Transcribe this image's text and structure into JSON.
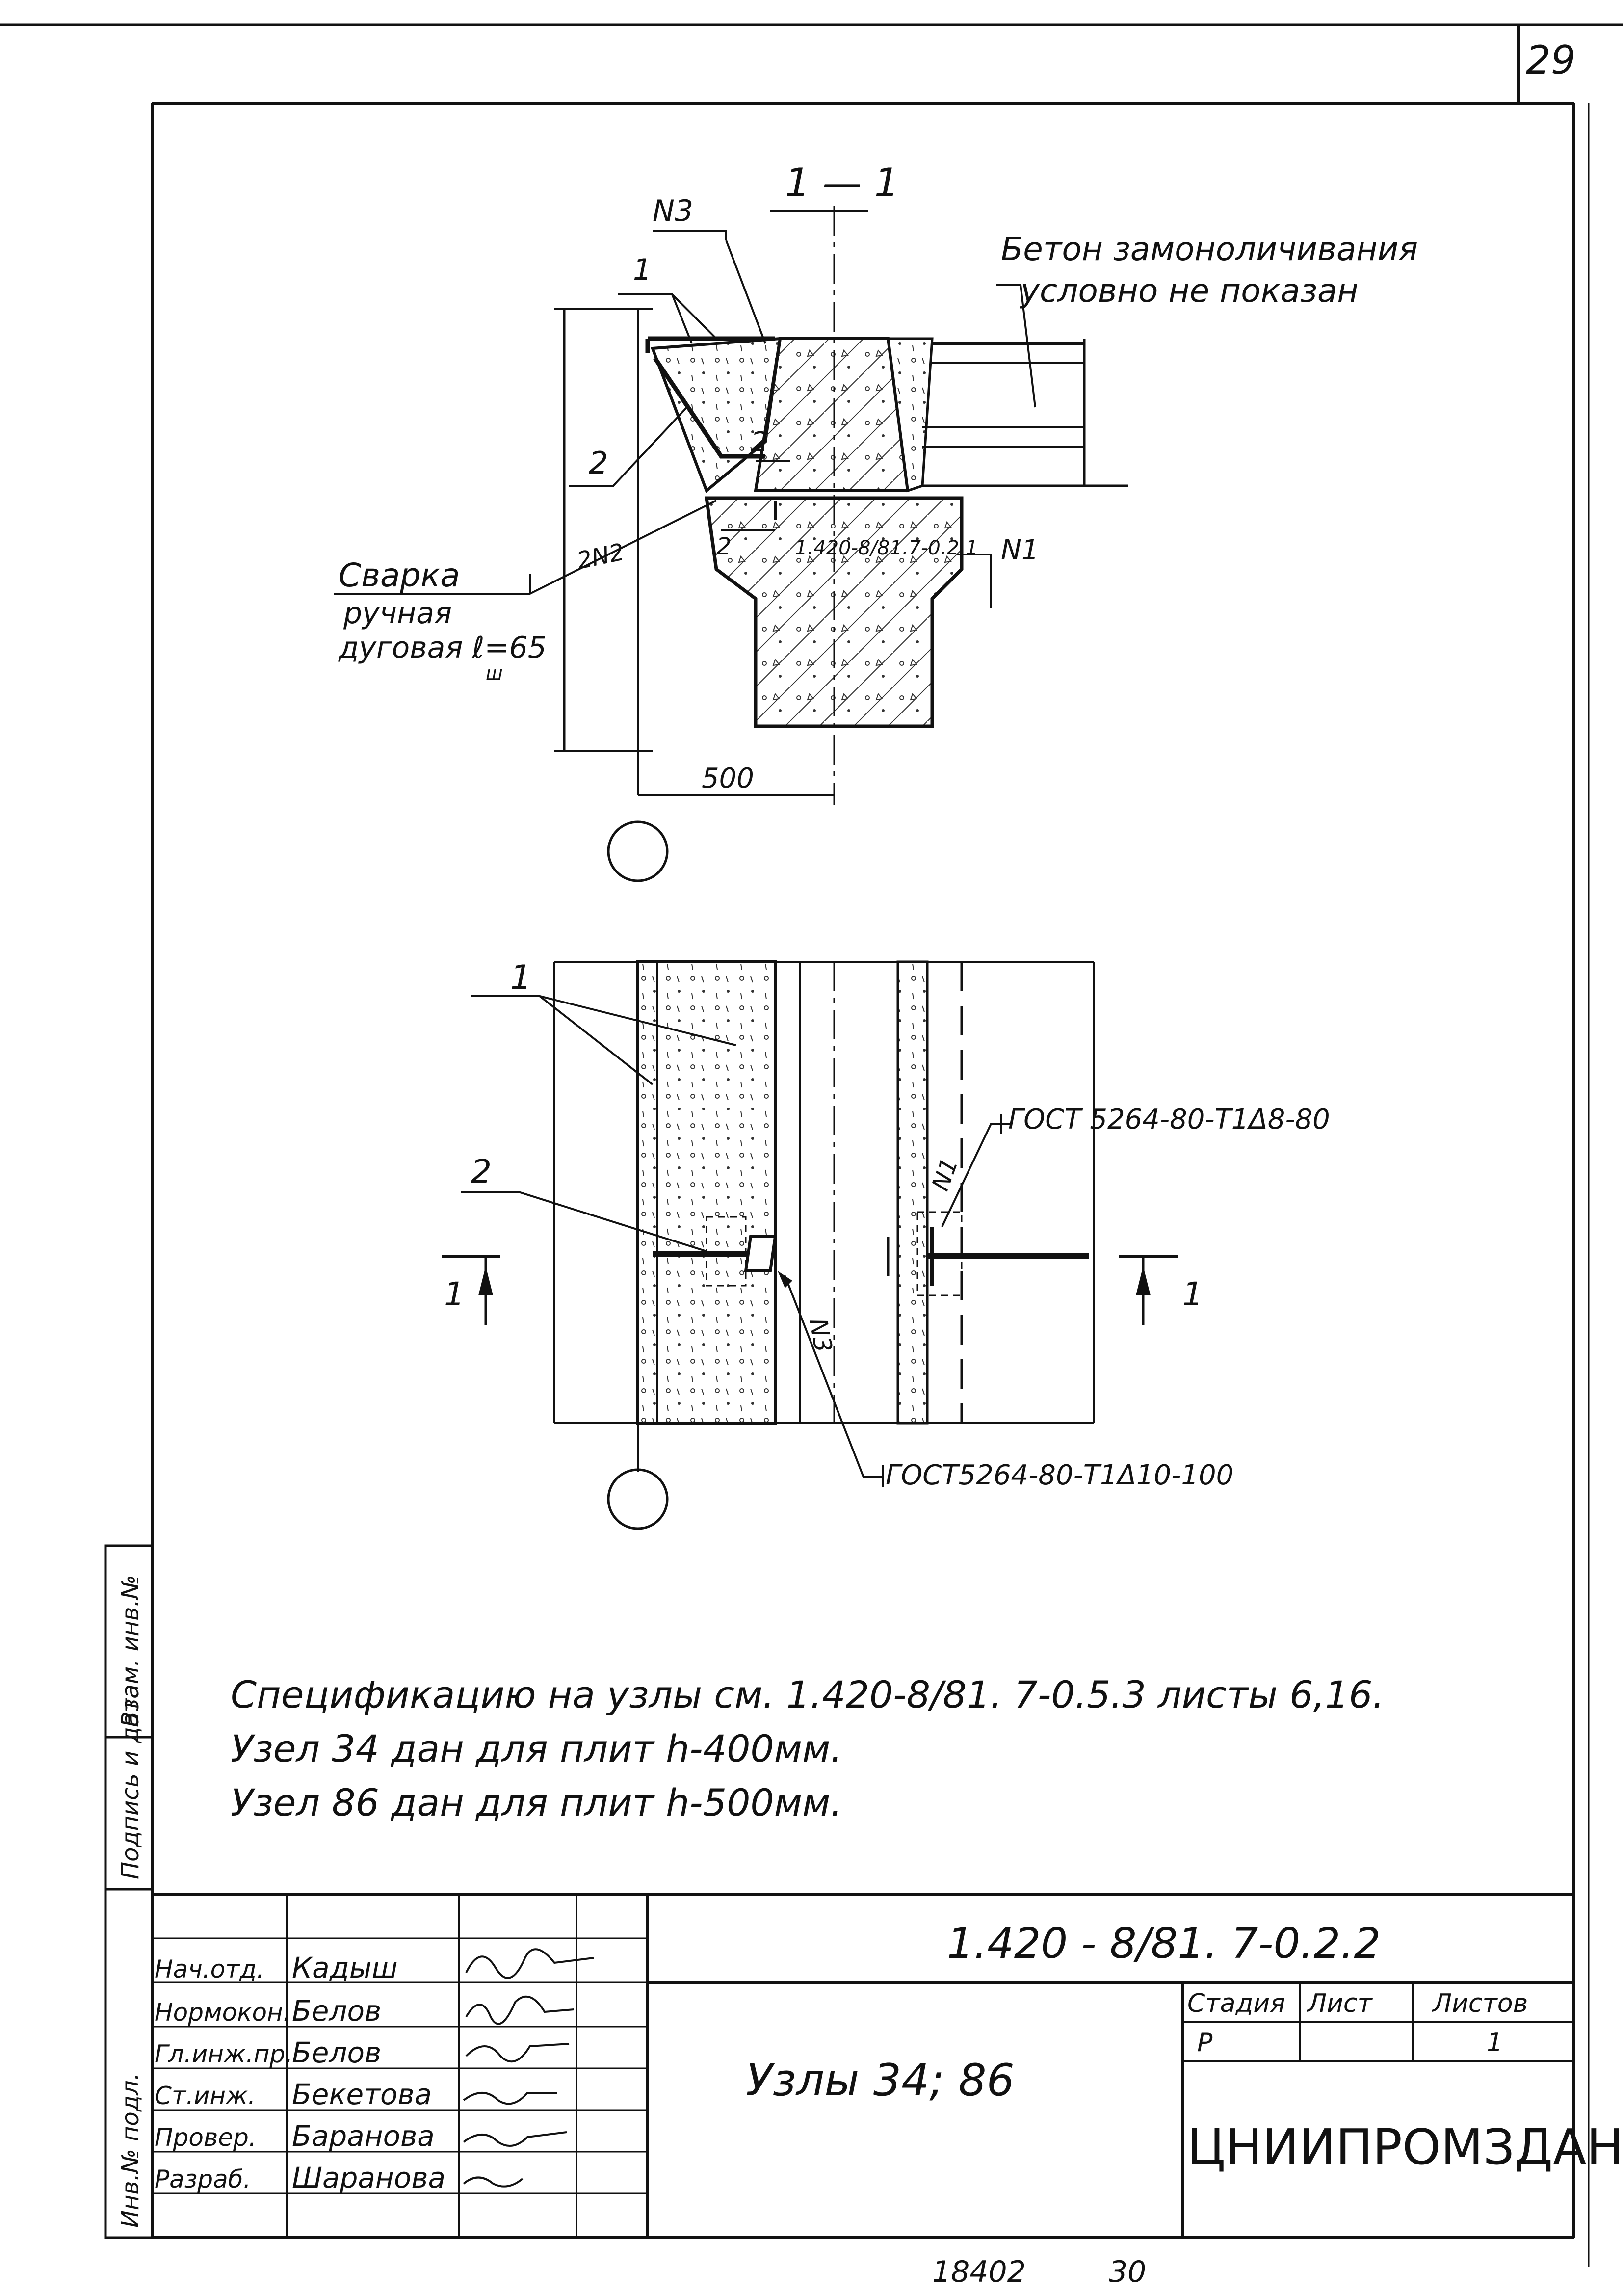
{
  "sheet": {
    "page_number": "29",
    "bottom_code": "18402",
    "bottom_format": "30"
  },
  "section_label": "1 — 1",
  "callouts": {
    "n3": "N3",
    "n1": "N1",
    "n1_plan": "N1",
    "n3_plan": "N3",
    "p1_top": "1",
    "p2_top": "2",
    "p2_mid": "2",
    "p2_lower": "2",
    "two_n2": "2N2",
    "p1_plan": "1",
    "p2_plan": "2",
    "cut_left": "1",
    "cut_right": "1",
    "member_mark": "1.420-8/81.7-0.2.1",
    "dimension": "500"
  },
  "notes_top": {
    "concrete_line1": "Бетон замоноличивания",
    "concrete_line2": "условно не показан",
    "weld_line1": "Сварка",
    "weld_line2": "ручная",
    "weld_line3": "дуговая ℓ=65",
    "weld_sub": "ш"
  },
  "plan_refs": {
    "gost_upper": "ГОСТ 5264-80-Т1Δ8-80",
    "gost_lower": "ГОСТ5264-80-Т1Δ10-100"
  },
  "spec_notes": [
    "Спецификацию на узлы см. 1.420-8/81. 7-0.5.3 листы 6,16.",
    "Узел 34 дан для плит  h-400мм.",
    "Узел 86 дан для плит  h-500мм."
  ],
  "side_stamp": {
    "inv_zam": "Взам. инв.№",
    "signature_date": "Подпись и дата",
    "inv_orig": "Инв.№ подл."
  },
  "title_block": {
    "designation": "1.420 - 8/81. 7-0.2.2",
    "title": "Узлы 34; 86",
    "organization": "ЦНИИПРОМЗДАНИЙ",
    "stage_header": "Стадия",
    "sheet_header": "Лист",
    "sheets_header": "Листов",
    "stage": "Р",
    "sheet": "",
    "sheets": "1",
    "roles": [
      {
        "role": "Нач.отд.",
        "name": "Кадыш"
      },
      {
        "role": "Нормокон.",
        "name": "Белов"
      },
      {
        "role": "Гл.инж.пр.",
        "name": "Белов"
      },
      {
        "role": "Ст.инж.",
        "name": "Бекетова"
      },
      {
        "role": "Провер.",
        "name": "Баранова"
      },
      {
        "role": "Разраб.",
        "name": "Шаранова"
      }
    ]
  }
}
